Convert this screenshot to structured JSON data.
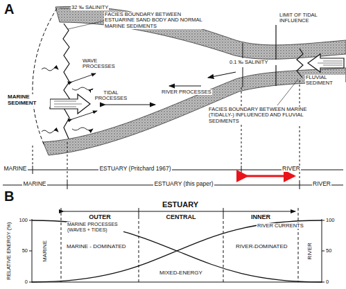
{
  "diagram": {
    "labels": [
      "A",
      "32 ‰ SALINITY",
      "FACIES BOUNDARY BETWEEN ESTUARINE SAND BODY AND NORMAL MARINE SEDIMENTS",
      "LIMIT OF TIDAL INFLUENCE",
      "WAVE PROCESSES",
      "MARINE SEDIMENT",
      "0.1 ‰ SALINITY",
      "TIDAL PROCESSES",
      "RIVER PROCESSES",
      "FACIES BOUNDARY BETWEEN MARINE (TIDALLY-) INFLUENCED AND FLUVIAL SEDIMENTS",
      "FLUVIAL SEDIMENT",
      "MARINE",
      "ESTUARY (Pritchard 1967)",
      "RIVER",
      "MARINE",
      "ESTUARY (this paper)",
      "RIVER",
      "B",
      "ESTUARY",
      "OUTER",
      "CENTRAL",
      "INNER",
      "MARINE PROCESSES (WAVES + TIDES)",
      "RIVER CURRENTS",
      "MARINE - DOMINATED",
      "RIVER-DOMINATED",
      "MIXED-ENERGY",
      "MARINE",
      "RIVER",
      "RELATIVE ENERGY (%)",
      "100",
      "50",
      "0",
      "100",
      "50",
      "0"
    ]
  }
}
